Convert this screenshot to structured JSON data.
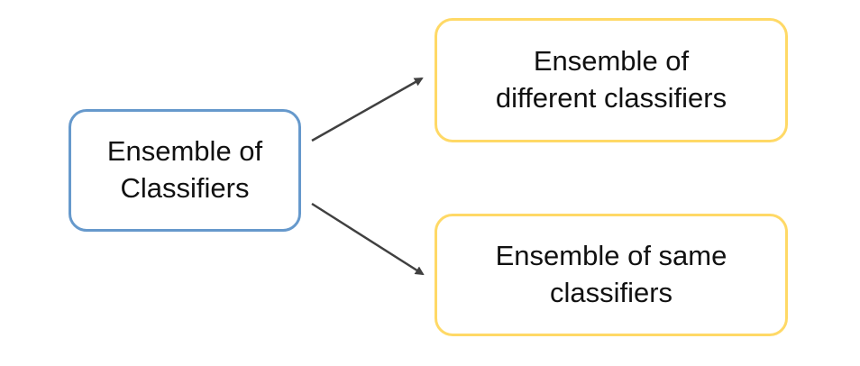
{
  "diagram": {
    "root": {
      "lines": [
        "Ensemble of",
        "Classifiers"
      ],
      "border_color": "#6699CC"
    },
    "children": [
      {
        "lines": [
          "Ensemble of",
          "different classifiers"
        ],
        "border_color": "#FFD966"
      },
      {
        "lines": [
          "Ensemble of same",
          "classifiers"
        ],
        "border_color": "#FFD966"
      }
    ],
    "edges": [
      {
        "from": "root",
        "to": "children.0"
      },
      {
        "from": "root",
        "to": "children.1"
      }
    ],
    "edge_color": "#404040"
  }
}
